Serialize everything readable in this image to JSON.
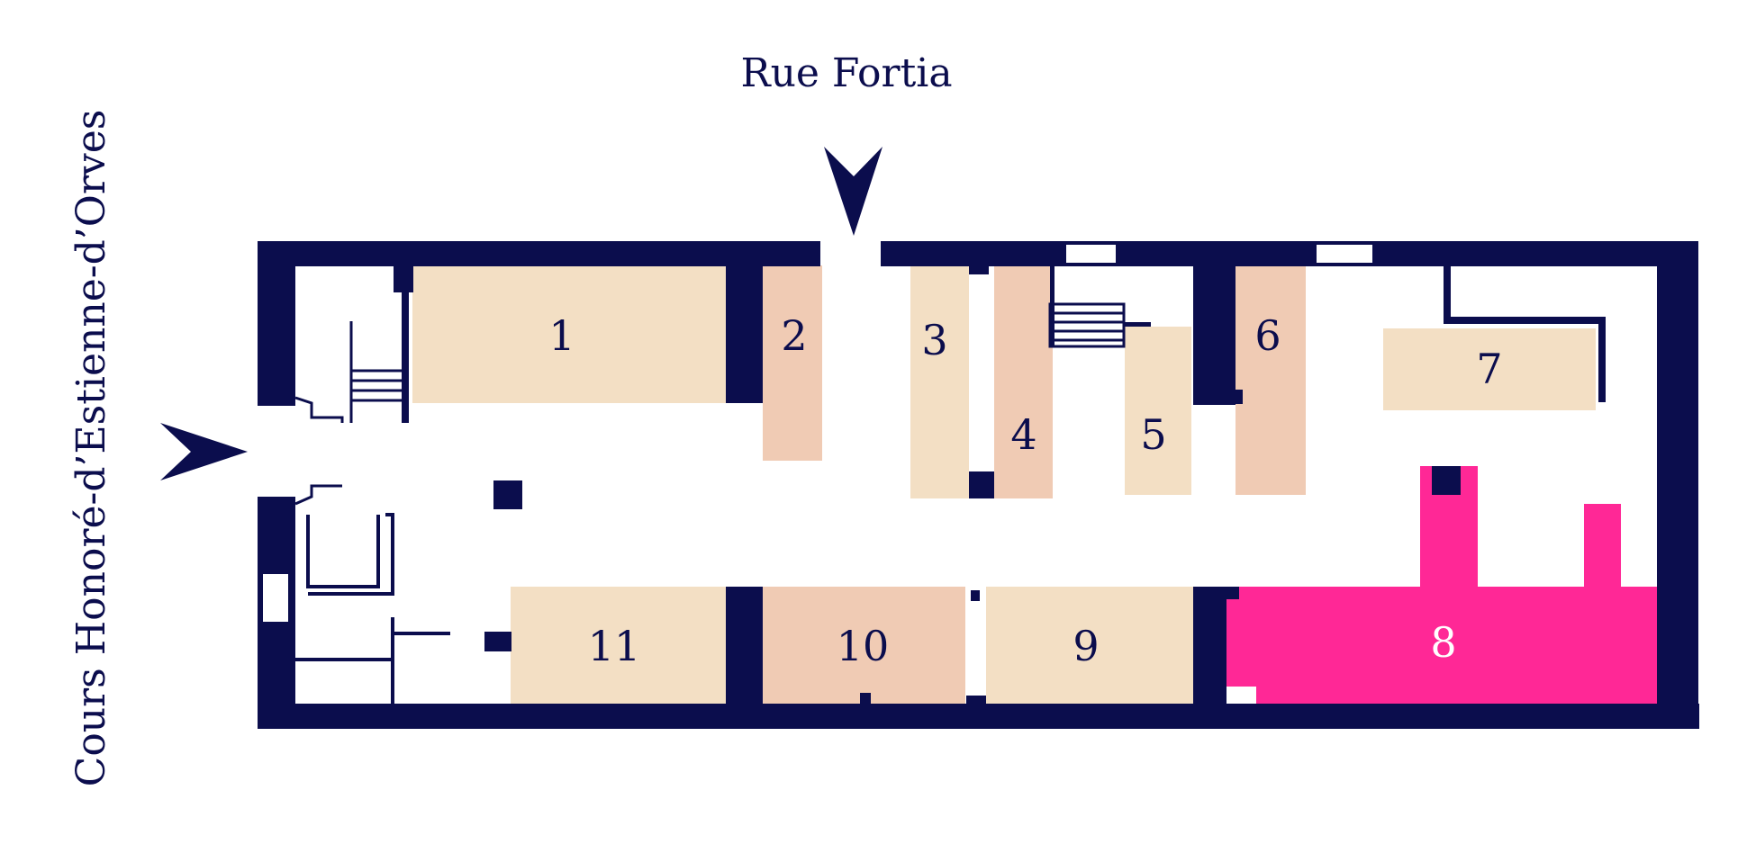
{
  "streets": {
    "top": "Rue Fortia",
    "left": "Cours Honoré-d’Estienne-d’Orves"
  },
  "rooms": [
    {
      "id": "room-1",
      "number": "1",
      "highlighted": false
    },
    {
      "id": "room-2",
      "number": "2",
      "highlighted": false
    },
    {
      "id": "room-3",
      "number": "3",
      "highlighted": false
    },
    {
      "id": "room-4",
      "number": "4",
      "highlighted": false
    },
    {
      "id": "room-5",
      "number": "5",
      "highlighted": false
    },
    {
      "id": "room-6",
      "number": "6",
      "highlighted": false
    },
    {
      "id": "room-7",
      "number": "7",
      "highlighted": false
    },
    {
      "id": "room-8",
      "number": "8",
      "highlighted": true
    },
    {
      "id": "room-9",
      "number": "9",
      "highlighted": false
    },
    {
      "id": "room-10",
      "number": "10",
      "highlighted": false
    },
    {
      "id": "room-11",
      "number": "11",
      "highlighted": false
    }
  ],
  "colors": {
    "wall": "#0b0d4d",
    "room_light": "#f3dfc4",
    "room_mid": "#f0cbb4",
    "highlight": "#ff2896",
    "highlight_text": "#ffffff",
    "background": "#ffffff"
  },
  "icons": {
    "entrance_top": "entrance-arrow-down-icon",
    "entrance_left": "entrance-arrow-right-icon"
  }
}
